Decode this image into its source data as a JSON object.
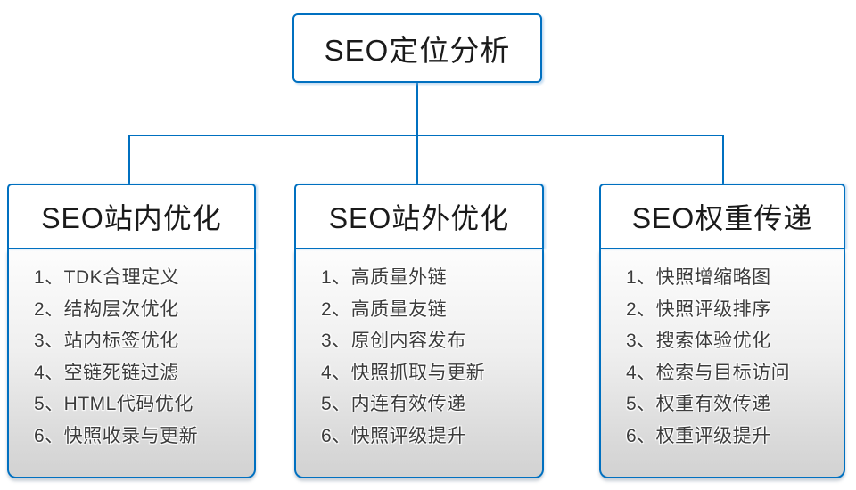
{
  "colors": {
    "connector_blue": "#0070C0",
    "box_border_blue": "#0070C0",
    "header_text": "#1a1a1a",
    "item_text": "#3c3c3c",
    "list_bg_top": "#fdfdfd",
    "list_bg_bottom": "#d2d2d2"
  },
  "root": {
    "title": "SEO定位分析"
  },
  "columns": [
    {
      "title": "SEO站内优化",
      "items": [
        "1、TDK合理定义",
        "2、结构层次优化",
        "3、站内标签优化",
        "4、空链死链过滤",
        "5、HTML代码优化",
        "6、快照收录与更新"
      ]
    },
    {
      "title": "SEO站外优化",
      "items": [
        "1、高质量外链",
        "2、高质量友链",
        "3、原创内容发布",
        "4、快照抓取与更新",
        "5、内连有效传递",
        "6、快照评级提升"
      ]
    },
    {
      "title": "SEO权重传递",
      "items": [
        "1、快照增缩略图",
        "2、快照评级排序",
        "3、搜索体验优化",
        "4、检索与目标访问",
        "5、权重有效传递",
        "6、权重评级提升"
      ]
    }
  ]
}
